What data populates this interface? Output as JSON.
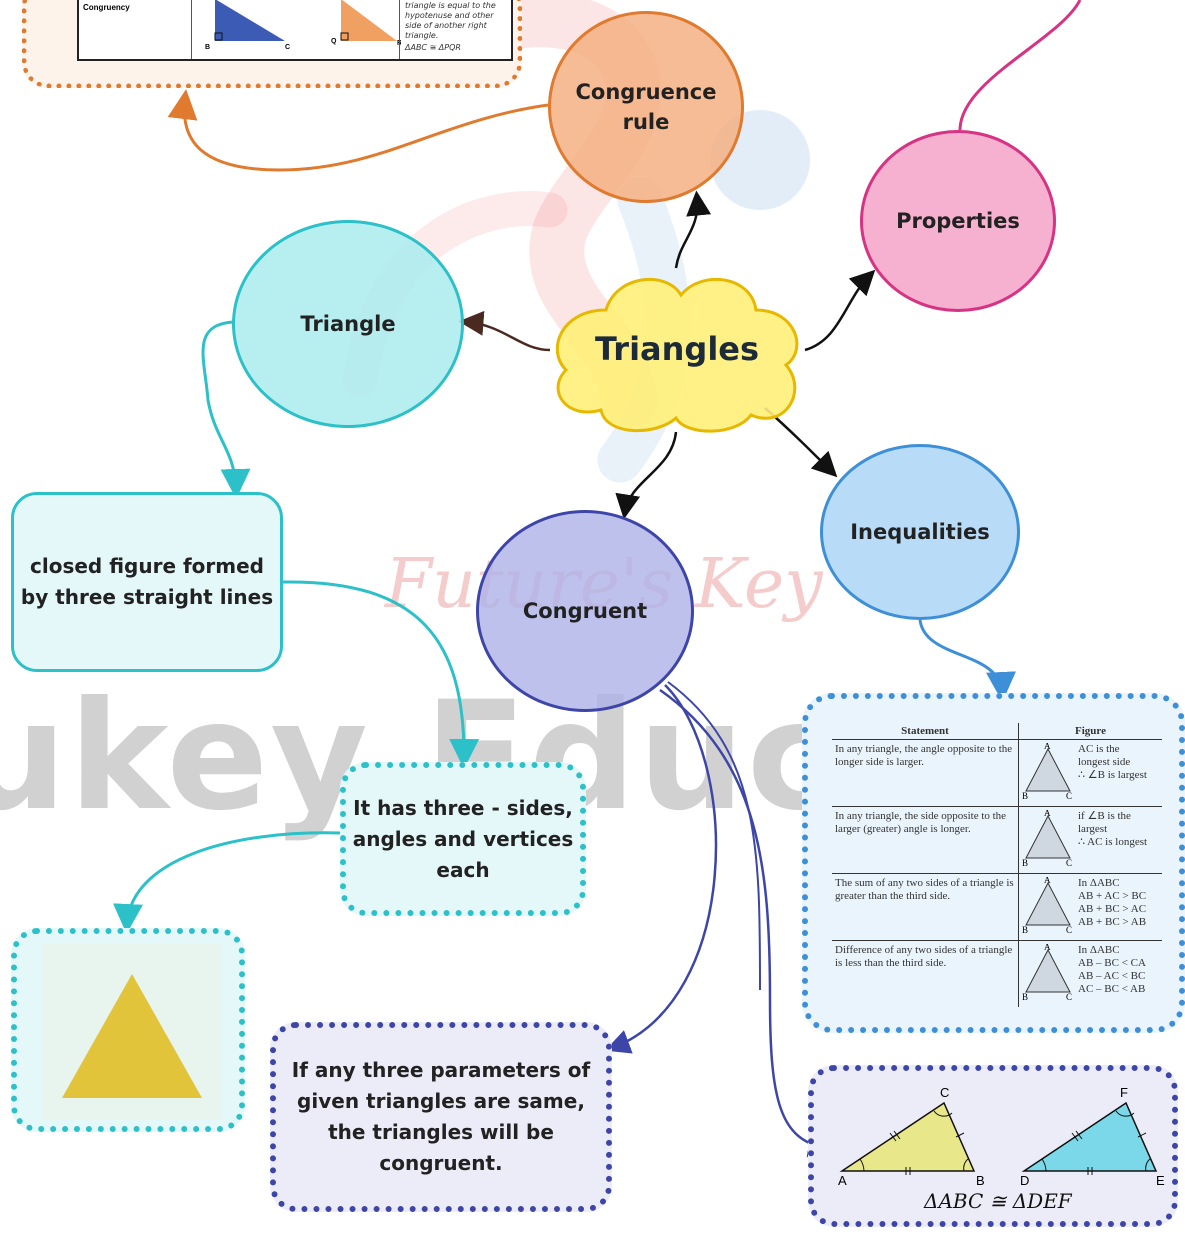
{
  "central": {
    "label": "Triangles"
  },
  "nodes": {
    "congruence_rule": "Congruence\nrule",
    "properties": "Properties",
    "triangle": "Triangle",
    "congruent": "Congruent",
    "inequalities": "Inequalities"
  },
  "boxes": {
    "definition": "closed figure formed\nby three straight lines",
    "three_parts": "It has three - sides,\nangles and vertices\neach",
    "congruent_rule": "If any three parameters of\ngiven triangles are same,\nthe triangles will be\ncongruent."
  },
  "rhs_card": {
    "row_label": "Congruency",
    "text": "triangle is equal to the\nhypotenuse and other\nside of another right\ntriangle.",
    "formula": "ΔABC ≅ ΔPQR",
    "labels": [
      "B",
      "C",
      "Q",
      "R"
    ]
  },
  "inequality_table": {
    "headers": [
      "Statement",
      "Figure"
    ],
    "rows": [
      {
        "statement": "In any triangle, the angle opposite to the longer side is larger.",
        "note": "AC is the\nlongest side\n∴ ∠B is largest"
      },
      {
        "statement": "In any triangle, the side opposite to the larger (greater) angle is longer.",
        "note": "if ∠B is the\nlargest\n∴ AC is longest"
      },
      {
        "statement": "The sum of any two sides of a triangle is greater than the third side.",
        "note": "In ΔABC\nAB + AC > BC\nAB + BC > AC\nAB + BC > AB"
      },
      {
        "statement": "Difference of any two sides of a triangle is less than the third side.",
        "note": "In ΔABC\nAB – BC < CA\nAB – AC < BC\nAC – BC < AB"
      }
    ],
    "vertex_labels": [
      "A",
      "B",
      "C"
    ]
  },
  "congruent_figure": {
    "caption": "ΔABC ≅ ΔDEF",
    "labels": [
      "A",
      "B",
      "C",
      "D",
      "E",
      "F"
    ]
  },
  "watermarks": {
    "brand": "ukey Educatio",
    "script": "Future's Key"
  },
  "colors": {
    "orange": "#e07a2e",
    "pink": "#d63384",
    "teal": "#2cc0c8",
    "indigo": "#3d46a8",
    "blue": "#3d8fd8",
    "yellow_cloud": "#fff27a",
    "triangle_fill": "#e2c43a"
  }
}
